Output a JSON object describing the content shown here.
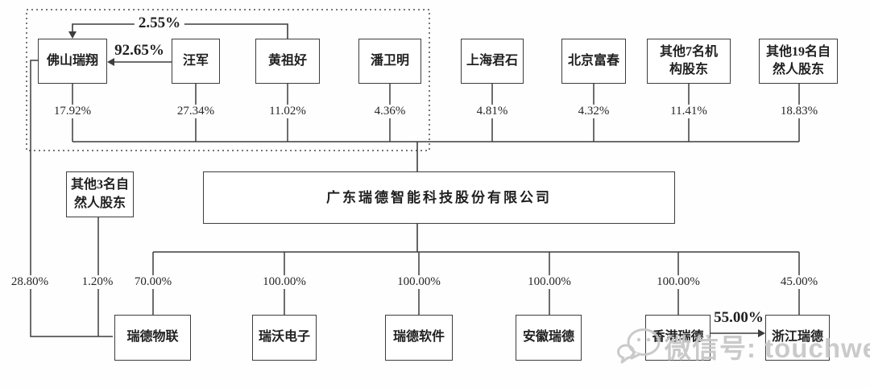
{
  "company": {
    "name": "广东瑞德智能科技股份有限公司"
  },
  "shareholders": [
    {
      "name": "佛山瑞翔",
      "pct": "17.92%"
    },
    {
      "name": "汪军",
      "pct": "27.34%"
    },
    {
      "name": "黄祖好",
      "pct": "11.02%"
    },
    {
      "name": "潘卫明",
      "pct": "4.36%"
    },
    {
      "name": "上海君石",
      "pct": "4.81%"
    },
    {
      "name": "北京富春",
      "pct": "4.32%"
    },
    {
      "name": "其他7名机构股东",
      "pct": "11.41%"
    },
    {
      "name": "其他19名自然人股东",
      "pct": "18.83%"
    }
  ],
  "other_natural_persons": {
    "name": "其他3名自然人股东",
    "pct_in_ruide_iot": "1.20%"
  },
  "cross_holdings": {
    "huangzuhao_to_foshanruixiang": "2.55%",
    "wangjun_to_foshanruixiang": "92.65%",
    "foshanruixiang_to_ruide_iot": "28.80%",
    "hongkong_to_zhejiang": "55.00%"
  },
  "subsidiaries": [
    {
      "name": "瑞德物联",
      "pct": "70.00%"
    },
    {
      "name": "瑞沃电子",
      "pct": "100.00%"
    },
    {
      "name": "瑞德软件",
      "pct": "100.00%"
    },
    {
      "name": "安徽瑞德",
      "pct": "100.00%"
    },
    {
      "name": "香港瑞德",
      "pct": "100.00%"
    },
    {
      "name": "浙江瑞德",
      "pct": "45.00%"
    }
  ],
  "watermark": {
    "text": "微信号: touchweb"
  }
}
